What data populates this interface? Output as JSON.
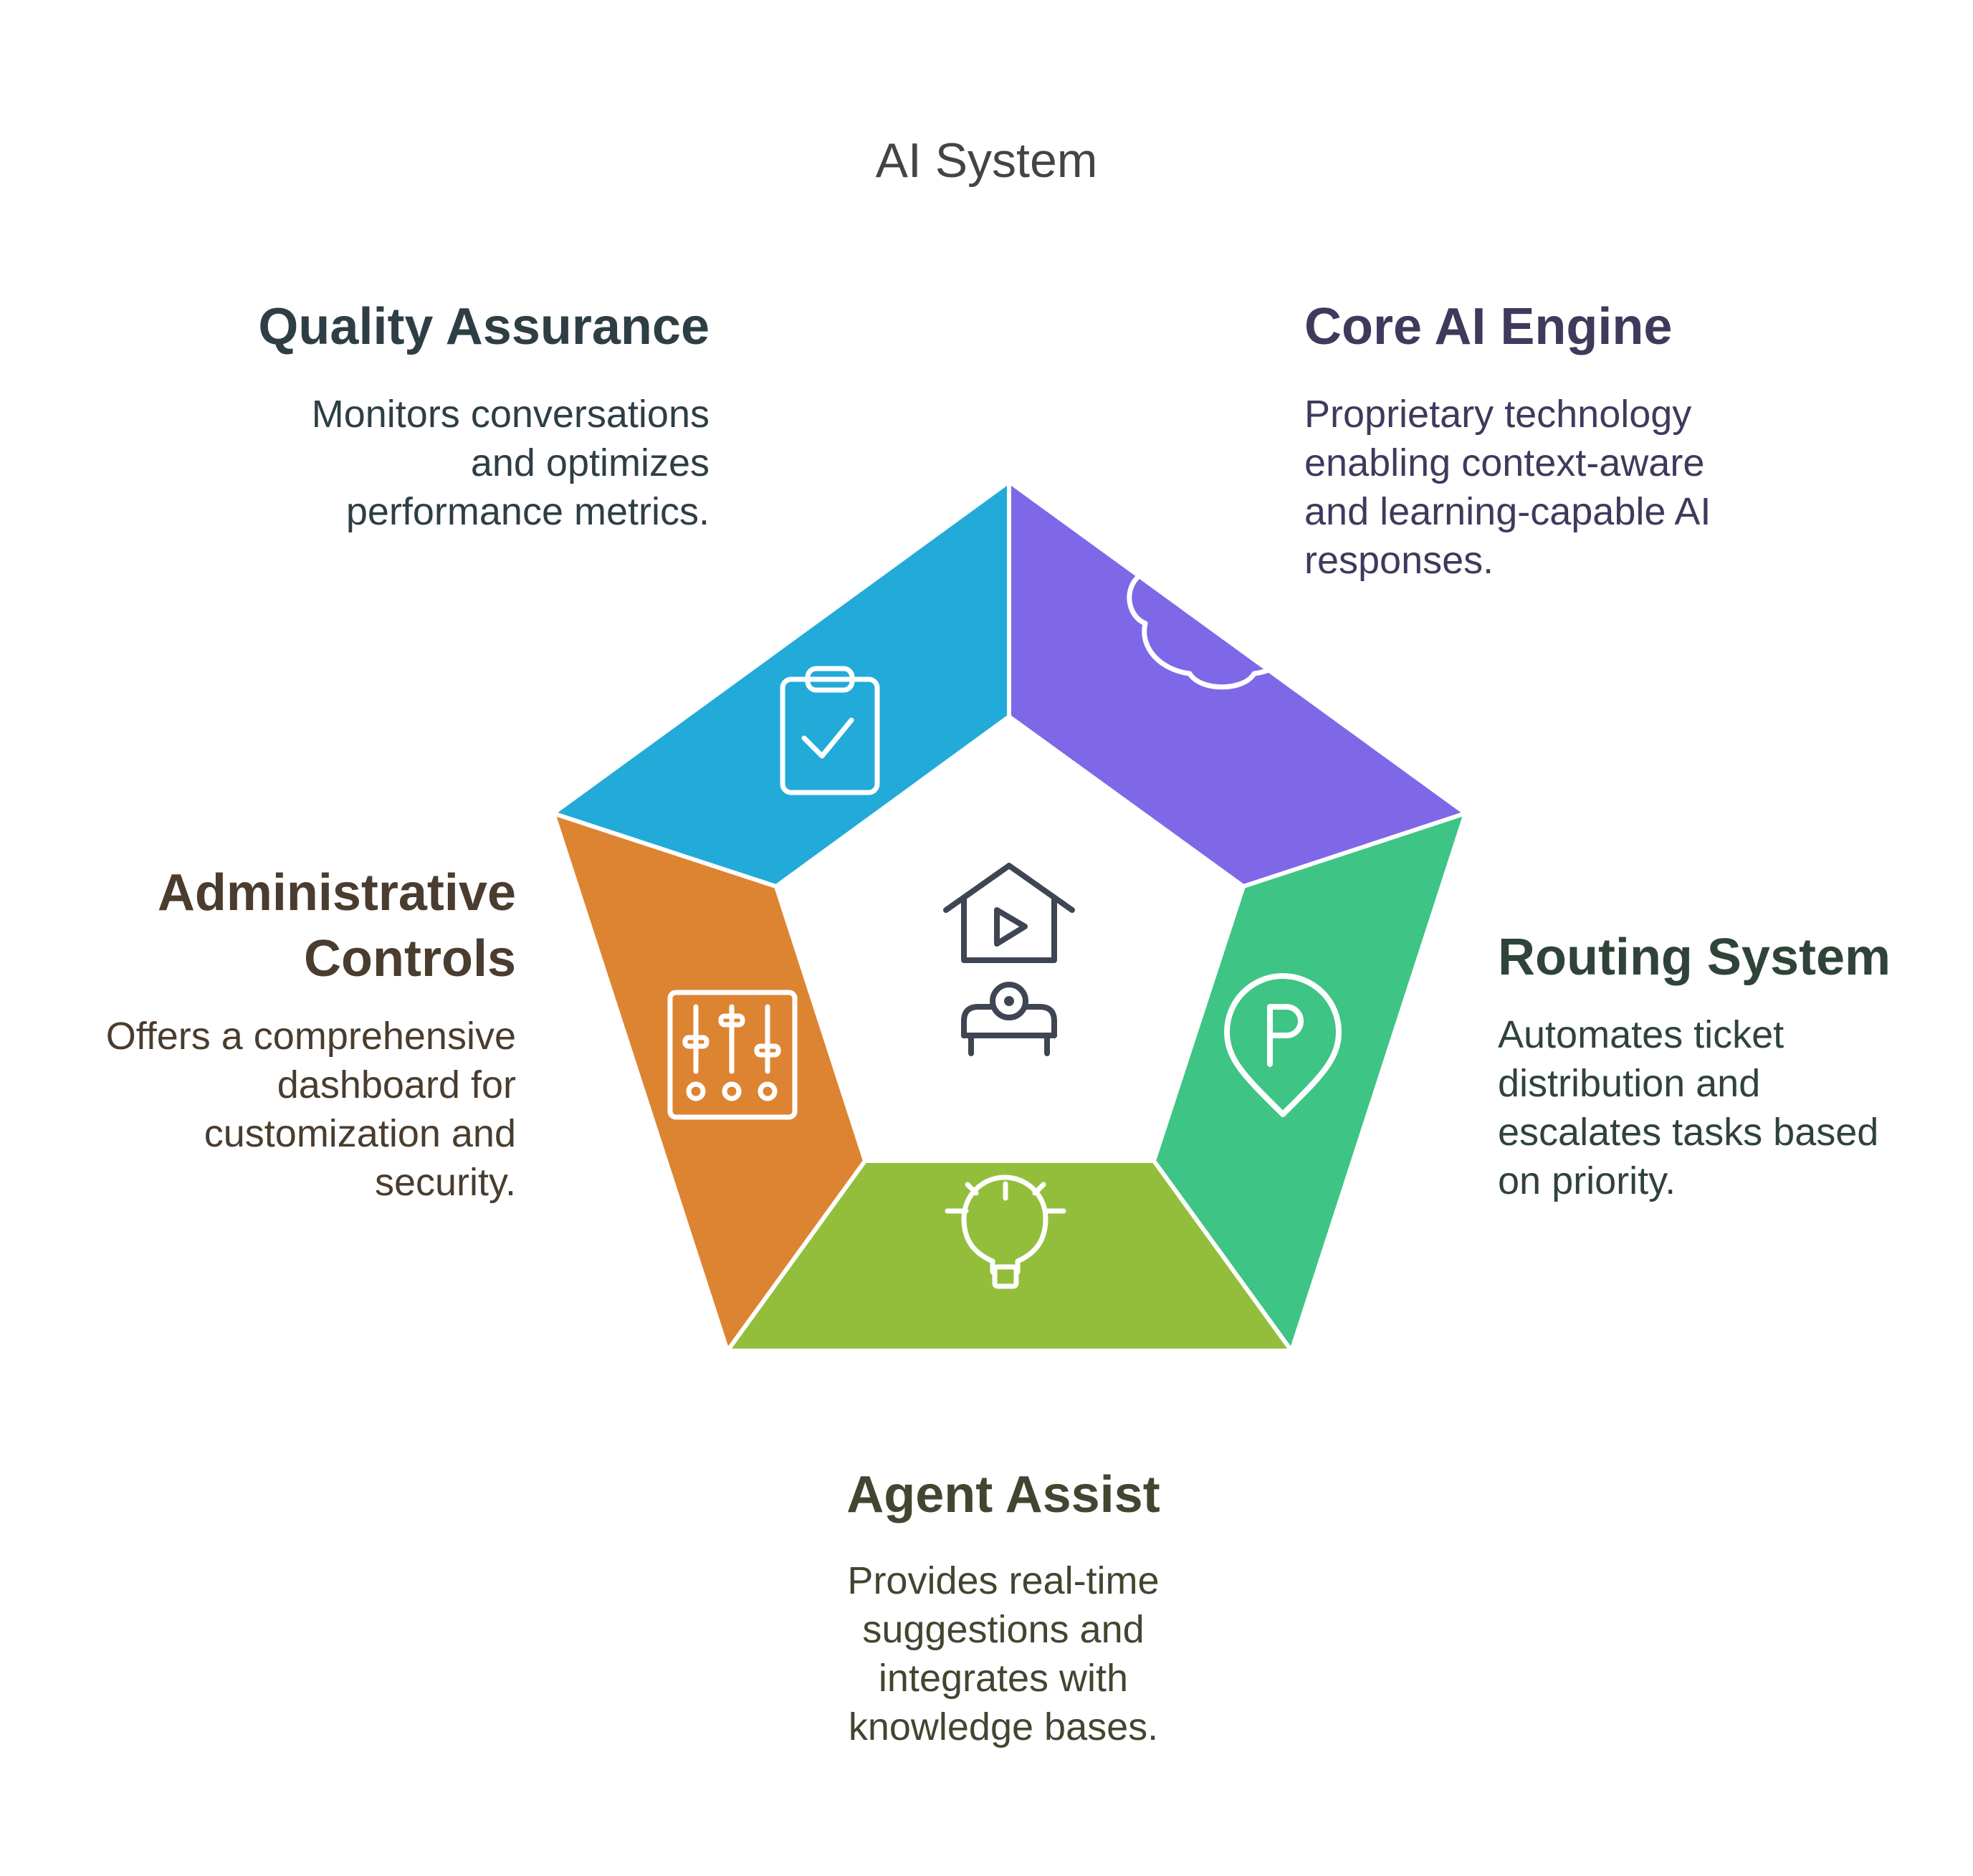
{
  "title": "AI System",
  "center": {
    "icon": "home-play-person-icon"
  },
  "segments": [
    {
      "id": "core-ai-engine",
      "title": "Core AI Engine",
      "description": [
        "Proprietary technology",
        "enabling context-aware",
        "and learning-capable AI",
        "responses."
      ],
      "color": "#7E68E8",
      "text_color": "#3F3A5C",
      "icon": "brain-chip-icon"
    },
    {
      "id": "routing-system",
      "title": "Routing System",
      "description": [
        "Automates ticket",
        "distribution and",
        "escalates tasks based",
        "on priority."
      ],
      "color": "#3EC484",
      "text_color": "#2F4339",
      "icon": "parking-pin-icon"
    },
    {
      "id": "agent-assist",
      "title": "Agent Assist",
      "description": [
        "Provides real-time",
        "suggestions and",
        "integrates with",
        "knowledge bases."
      ],
      "color": "#93BE3C",
      "text_color": "#424630",
      "icon": "lightbulb-icon"
    },
    {
      "id": "administrative-controls",
      "title": [
        "Administrative",
        "Controls"
      ],
      "description": [
        "Offers a comprehensive",
        "dashboard for",
        "customization and",
        "security."
      ],
      "color": "#DD8432",
      "text_color": "#4A3C2E",
      "icon": "sliders-icon"
    },
    {
      "id": "quality-assurance",
      "title": "Quality Assurance",
      "description": [
        "Monitors conversations",
        "and optimizes",
        "performance metrics."
      ],
      "color": "#22AAD9",
      "text_color": "#2E3E45",
      "icon": "clipboard-check-icon"
    }
  ]
}
